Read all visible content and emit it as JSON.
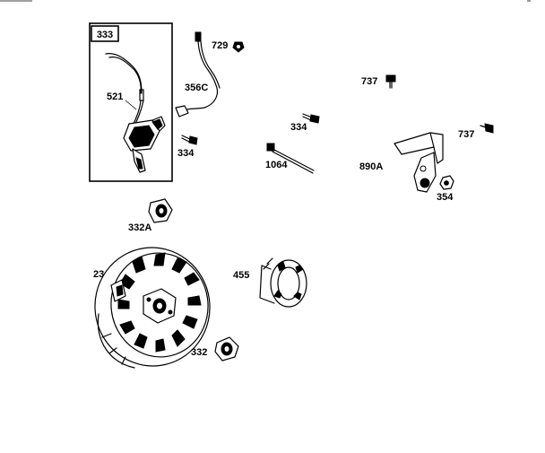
{
  "diagram": {
    "parts": [
      {
        "key": "kit_box",
        "label": "333"
      },
      {
        "key": "ignition_armature",
        "label": "521"
      },
      {
        "key": "ground_wire",
        "label": "729"
      },
      {
        "key": "wire_lead",
        "label": "356C"
      },
      {
        "key": "screw_box",
        "label": "334"
      },
      {
        "key": "screw_mid",
        "label": "334"
      },
      {
        "key": "tie_strap",
        "label": "1064"
      },
      {
        "key": "screw_737a",
        "label": "737"
      },
      {
        "key": "screw_737b",
        "label": "737"
      },
      {
        "key": "bracket",
        "label": "890A"
      },
      {
        "key": "nut_354",
        "label": "354"
      },
      {
        "key": "nut_332a",
        "label": "332A"
      },
      {
        "key": "flywheel",
        "label": "23"
      },
      {
        "key": "starter_cup",
        "label": "455"
      },
      {
        "key": "nut_332",
        "label": "332"
      }
    ]
  }
}
